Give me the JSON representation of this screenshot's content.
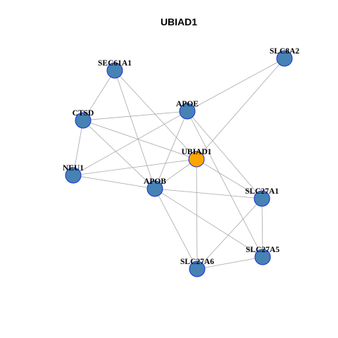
{
  "title": "UBIAD1",
  "colors": {
    "background": "#ffffff",
    "node_default": "#4682b4",
    "node_focus": "#ffa500",
    "node_border": "#1c2fd1",
    "edge": "#a8a8a8"
  },
  "nodes": [
    {
      "id": "SEC61A1",
      "label": "SEC61A1",
      "focus": false
    },
    {
      "id": "SLC8A2",
      "label": "SLC8A2",
      "focus": false
    },
    {
      "id": "APOE",
      "label": "APOE",
      "focus": false
    },
    {
      "id": "CTSD",
      "label": "CTSD",
      "focus": false
    },
    {
      "id": "UBIAD1",
      "label": "UBIAD1",
      "focus": true
    },
    {
      "id": "NEU1",
      "label": "NEU1",
      "focus": false
    },
    {
      "id": "APOB",
      "label": "APOB",
      "focus": false
    },
    {
      "id": "SLC27A1",
      "label": "SLC27A1",
      "focus": false
    },
    {
      "id": "SLC27A5",
      "label": "SLC27A5",
      "focus": false
    },
    {
      "id": "SLC27A6",
      "label": "SLC27A6",
      "focus": false
    }
  ],
  "edges": [
    [
      "SEC61A1",
      "CTSD"
    ],
    [
      "SEC61A1",
      "APOB"
    ],
    [
      "SEC61A1",
      "UBIAD1"
    ],
    [
      "SLC8A2",
      "APOE"
    ],
    [
      "SLC8A2",
      "UBIAD1"
    ],
    [
      "CTSD",
      "APOE"
    ],
    [
      "CTSD",
      "NEU1"
    ],
    [
      "CTSD",
      "APOB"
    ],
    [
      "CTSD",
      "UBIAD1"
    ],
    [
      "APOE",
      "NEU1"
    ],
    [
      "APOE",
      "APOB"
    ],
    [
      "APOE",
      "SLC27A1"
    ],
    [
      "APOE",
      "SLC27A5"
    ],
    [
      "UBIAD1",
      "NEU1"
    ],
    [
      "UBIAD1",
      "APOB"
    ],
    [
      "UBIAD1",
      "SLC27A1"
    ],
    [
      "UBIAD1",
      "SLC27A6"
    ],
    [
      "NEU1",
      "APOB"
    ],
    [
      "APOB",
      "SLC27A1"
    ],
    [
      "APOB",
      "SLC27A5"
    ],
    [
      "APOB",
      "SLC27A6"
    ],
    [
      "SLC27A1",
      "SLC27A5"
    ],
    [
      "SLC27A1",
      "SLC27A6"
    ],
    [
      "SLC27A5",
      "SLC27A6"
    ]
  ]
}
